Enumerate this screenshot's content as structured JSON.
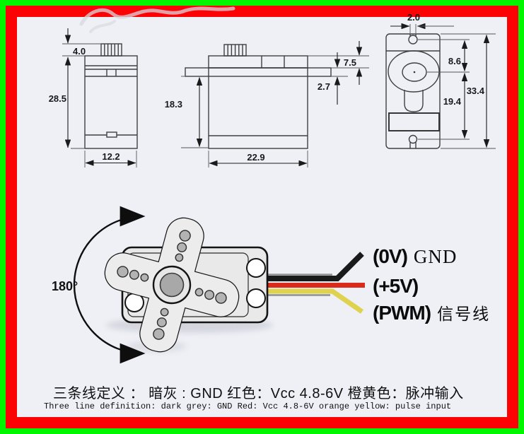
{
  "frame": {
    "outer_border_color": "#00f700",
    "inner_border_color": "#fc0204",
    "background": "#eef0f6"
  },
  "technical_views": {
    "side_view": {
      "shaft_height": "4.0",
      "body_height": "28.5",
      "body_width": "12.2"
    },
    "front_view": {
      "cap_height": "7.5",
      "flange_thickness": "2.7",
      "body_height": "18.3",
      "body_width": "22.9"
    },
    "top_view": {
      "slot_width": "2.0",
      "hole_to_gear": "8.6",
      "gear_to_hole": "19.4",
      "total_length": "33.4"
    }
  },
  "illustration": {
    "rotation_range": "180°",
    "wires": [
      {
        "id": "ground",
        "color": "#1a1a1a",
        "label": "(0V)",
        "sublabel": "GND"
      },
      {
        "id": "power",
        "color": "#d92a1c",
        "label": "(+5V)",
        "sublabel": ""
      },
      {
        "id": "signal",
        "color": "#ded24f",
        "label": "(PWM)",
        "sublabel": "信号线"
      }
    ]
  },
  "legend": {
    "line_cn": "三条线定义 ：  暗灰 : GND  红色：Vcc 4.8-6V  橙黄色：脉冲输入",
    "line_en": "Three line definition: dark grey: GND Red: Vcc 4.8-6V orange yellow: pulse input"
  }
}
